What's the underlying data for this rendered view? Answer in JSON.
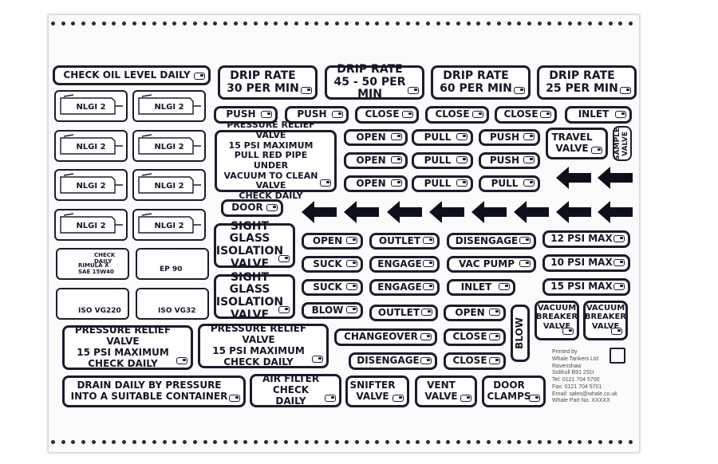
{
  "labels": {
    "check_oil": "CHECK OIL LEVEL DAILY",
    "drip30": "DRIP RATE\n30 PER MIN",
    "drip45": "DRIP RATE\n45 - 50 PER MIN",
    "drip60": "DRIP RATE\n60 PER MIN",
    "drip25": "DRIP RATE\n25 PER MIN",
    "push1": "PUSH",
    "push2": "PUSH",
    "close1": "CLOSE",
    "close2": "CLOSE",
    "close3": "CLOSE",
    "inlet1": "INLET",
    "prv_big": "PRESSURE RELIEF VALVE\n15 PSI MAXIMUM\nPULL RED PIPE UNDER\nVACUUM TO CLEAN VALVE\nCHECK DAILY",
    "open1": "OPEN",
    "open2": "OPEN",
    "open3": "OPEN",
    "pull1": "PULL",
    "pull2": "PULL",
    "pull3": "PULL",
    "pull4": "PULL",
    "push3": "PUSH",
    "push4": "PUSH",
    "travel_valve": "TRAVEL\nVALVE",
    "sample_valve": "SAMPLE\nVALVE",
    "door": "DOOR",
    "sight1": "SIGHT GLASS\nISOLATION\nVALVE",
    "sight2": "SIGHT GLASS\nISOLATION\nVALVE",
    "open4": "OPEN",
    "outlet1": "OUTLET",
    "disengage1": "DISENGAGE",
    "psi12": "12 PSI MAX",
    "suck1": "SUCK",
    "engage1": "ENGAGE",
    "vacpump": "VAC PUMP",
    "psi10": "10 PSI MAX",
    "suck2": "SUCK",
    "engage2": "ENGAGE",
    "inlet2": "INLET",
    "psi15": "15 PSI MAX",
    "blow1": "BLOW",
    "outlet2": "OUTLET",
    "open5": "OPEN",
    "vb1": "VACUUM\nBREAKER\nVALVE",
    "vb2": "VACUUM\nBREAKER\nVALVE",
    "prv1": "PRESSURE RELIEF VALVE\n15 PSI MAXIMUM\nCHECK DAILY",
    "prv2": "PRESSURE RELIEF VALVE\n15 PSI MAXIMUM\nCHECK DAILY",
    "changeover": "CHANGEOVER",
    "close4": "CLOSE",
    "blow2": "BLOW",
    "disengage2": "DISENGAGE",
    "close5": "CLOSE",
    "drain": "DRAIN DAILY BY PRESSURE\nINTO A SUITABLE CONTAINER",
    "airfilter": "AIR FILTER\nCHECK DAILY",
    "snifter": "SNIFTER\nVALVE",
    "vent": "VENT\nVALVE",
    "door_clamps": "DOOR\nCLAMPS"
  },
  "grease": [
    "NLGI 2",
    "NLGI 2",
    "NLGI 2",
    "NLGI 2",
    "NLGI 2",
    "NLGI 2",
    "NLGI 2",
    "NLGI 2"
  ],
  "oil": {
    "check_daily": "CHECK DAILY",
    "rimula": "RIMULA X\nSAE 15W40",
    "ep90": "EP 90",
    "iso220": "ISO VG220",
    "iso32": "ISO VG32"
  },
  "printer": {
    "lines": [
      "Printed by",
      "Whale Tankers Ltd",
      "Ravenshaw",
      "Solihull B91 2SU",
      "Tel: 0121 704 5700",
      "Fax: 0121 704 5701",
      "Email: sales@whale.co.uk",
      "Whale Part No. XXXXX"
    ]
  }
}
